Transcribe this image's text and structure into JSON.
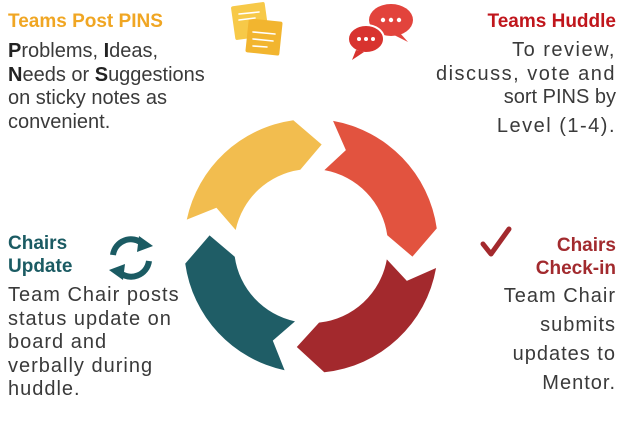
{
  "colors": {
    "orange_title": "#f0a623",
    "red_title": "#c0161c",
    "dark_red_title": "#a22a2e",
    "teal_title": "#1b5b63",
    "arc_yellow": "#f2bd4f",
    "arc_red": "#e2533f",
    "arc_dark_red": "#a3292d",
    "arc_teal": "#1f5d66",
    "note_yellow": "#f7c948",
    "bubble_red": "#e2433c",
    "check_red": "#a3292d"
  },
  "icons": [
    "sticky-notes-icon",
    "chat-bubbles-icon",
    "checkmark-icon",
    "refresh-icon"
  ],
  "top_left": {
    "title": "Teams Post PINS",
    "lines": [
      [
        {
          "b": "P"
        },
        {
          "t": "roblems, "
        },
        {
          "b": "I"
        },
        {
          "t": "deas,"
        }
      ],
      [
        {
          "b": "N"
        },
        {
          "t": "eeds or "
        },
        {
          "b": "S"
        },
        {
          "t": "uggestions"
        }
      ],
      [
        {
          "t": "on sticky notes as"
        }
      ],
      [
        {
          "t": "convenient."
        }
      ]
    ]
  },
  "top_right": {
    "title": "Teams Huddle",
    "lines": [
      "To review,",
      "discuss, vote and",
      "sort PINS by",
      "Level (1-4)."
    ]
  },
  "bottom_left": {
    "title_line1": "Chairs",
    "title_line2": "Update",
    "lines": [
      "Team Chair posts",
      "status update on",
      "board and",
      "verbally during",
      "huddle."
    ]
  },
  "bottom_right": {
    "title_line1": "Chairs",
    "title_line2": "Check-in",
    "lines": [
      "Team Chair",
      "submits",
      "updates to",
      "Mentor."
    ]
  }
}
